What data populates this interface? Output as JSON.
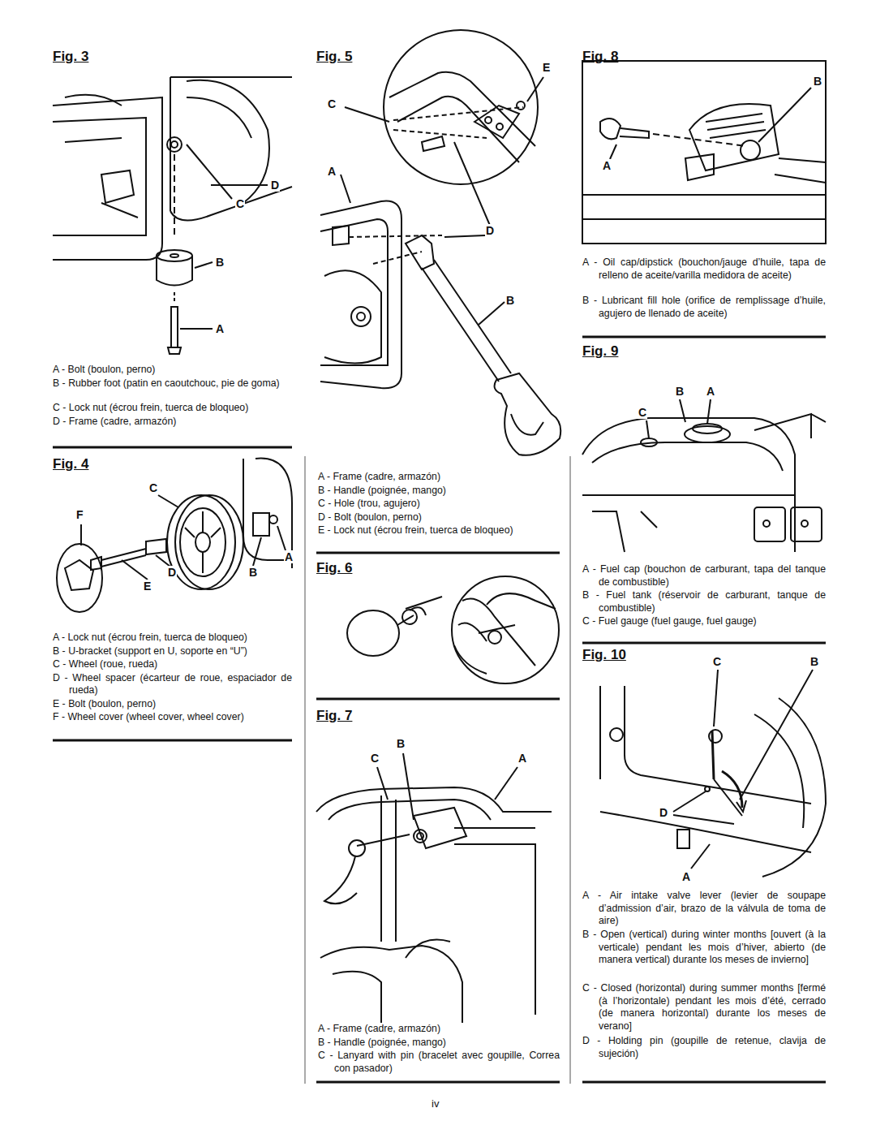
{
  "diagram": {
    "labels": [
      "Fig. 3",
      "D",
      "C",
      "B",
      "A",
      "A - Bolt (boulon, perno)",
      "B - Rubber foot (patin en caoutchouc, pie de goma)",
      "C - Lock nut (écrou frein, tuerca de bloqueo)",
      "D - Frame (cadre, armazón)",
      "Fig. 4",
      "C",
      "F",
      "A",
      "B",
      "D",
      "E",
      "A - Lock nut (écrou frein, tuerca de bloqueo)",
      "B - U-bracket (support en U, soporte en “U”)",
      "C - Wheel (roue, rueda)",
      "D - Wheel spacer (écarteur de roue, espaciador de rueda)",
      "E - Bolt (boulon, perno)",
      "F - Wheel cover (wheel cover, wheel cover)",
      "Fig. 5",
      "E",
      "C",
      "A",
      "D",
      "B",
      "A - Frame (cadre, armazón)",
      "B - Handle (poignée, mango)",
      "C - Hole (trou, agujero)",
      "D - Bolt (boulon, perno)",
      "E - Lock nut (écrou frein, tuerca de bloqueo)",
      "Fig. 6",
      "Fig. 7",
      "B",
      "C",
      "A",
      "A - Frame (cadre, armazón)",
      "B - Handle (poignée, mango)",
      "C - Lanyard with pin (bracelet avec goupille, Correa con pasador)",
      "Fig. 8",
      "B",
      "A",
      "A - Oil cap/dipstick (bouchon/jauge d’huile, tapa de relleno de aceite/varilla medidora de aceite)",
      "B - Lubricant fill hole (orifice de remplissage d’huile, agujero de llenado de aceite)",
      "Fig. 9",
      "B",
      "A",
      "C",
      "A - Fuel cap (bouchon de carburant, tapa del tanque de combustible)",
      "B - Fuel tank (réservoir de carburant, tanque de combustible)",
      "C - Fuel gauge (fuel gauge, fuel gauge)",
      "Fig. 10",
      "C",
      "B",
      "D",
      "A",
      "A - Air intake valve lever (levier de soupape d’admission d’air, brazo de la válvula de toma de aire)",
      "B - Open (vertical) during winter months [ouvert (à la verticale) pendant les mois d’hiver, abierto (de manera vertical) durante los meses de invierno]",
      "C - Closed (horizontal) during summer months [fermé (à l’horizontale) pendant les mois d’été, cerrado (de manera horizontal) durante los meses de verano]",
      "D - Holding pin (goupille de retenue, clavija de sujeción)",
      "iv"
    ]
  }
}
